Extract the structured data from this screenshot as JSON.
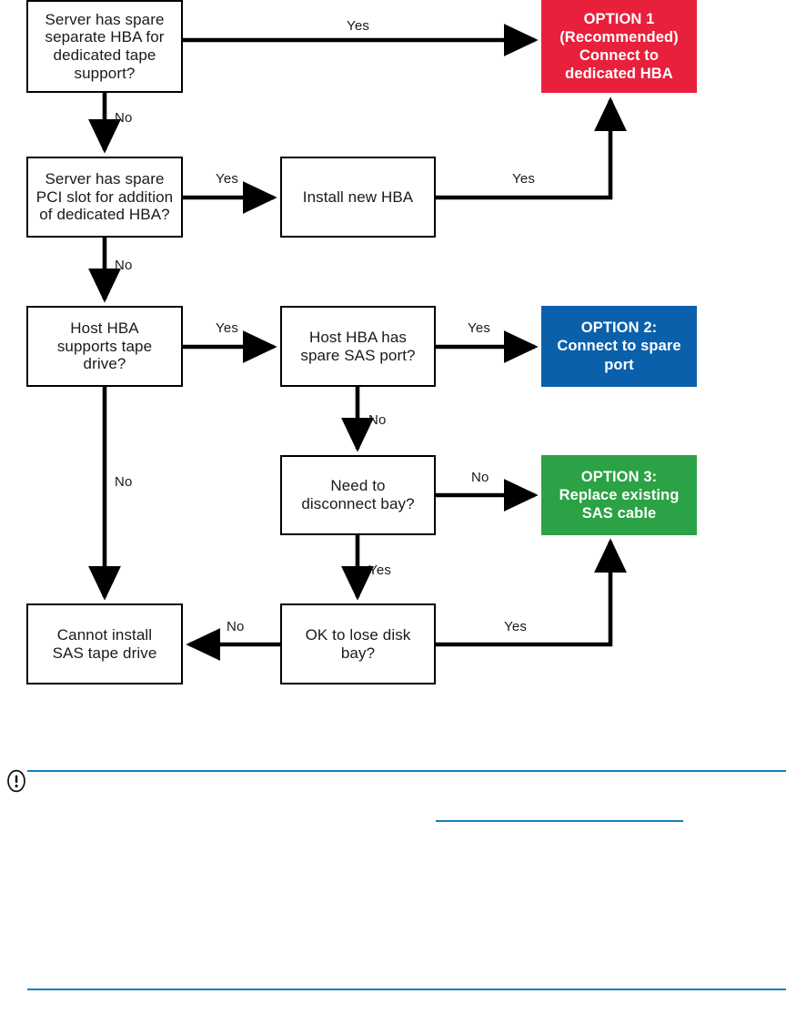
{
  "diagram": {
    "type": "flowchart",
    "title": "SAS tape drive connection decision flowchart",
    "colors": {
      "option1_bg": "#e8203c",
      "option2_bg": "#0b60ab",
      "option3_bg": "#2ba245",
      "node_border": "#000000",
      "node_bg": "#ffffff",
      "text": "#1a1a1a",
      "option_text": "#ffffff",
      "rule_blue": "#1180bd"
    },
    "nodes": [
      {
        "id": "q1",
        "kind": "decision",
        "lines": [
          "Server has spare",
          "separate HBA for",
          "dedicated tape",
          "support?"
        ]
      },
      {
        "id": "q2",
        "kind": "decision",
        "lines": [
          "Server has spare",
          "PCI slot for addition",
          "of dedicated HBA?"
        ]
      },
      {
        "id": "install",
        "kind": "process",
        "lines": [
          "Install new HBA"
        ]
      },
      {
        "id": "q3",
        "kind": "decision",
        "lines": [
          "Host HBA",
          "supports tape",
          "drive?"
        ]
      },
      {
        "id": "q4",
        "kind": "decision",
        "lines": [
          "Host HBA has",
          "spare SAS port?"
        ]
      },
      {
        "id": "q5",
        "kind": "decision",
        "lines": [
          "Need to",
          "disconnect bay?"
        ]
      },
      {
        "id": "q6",
        "kind": "decision",
        "lines": [
          "OK to lose disk",
          "bay?"
        ]
      },
      {
        "id": "cannot",
        "kind": "terminal",
        "lines": [
          "Cannot install",
          "SAS tape drive"
        ]
      },
      {
        "id": "option1",
        "kind": "option",
        "lines": [
          "OPTION 1",
          "(Recommended)",
          "Connect to",
          "dedicated HBA"
        ]
      },
      {
        "id": "option2",
        "kind": "option",
        "lines": [
          "OPTION 2:",
          "Connect to spare",
          "port"
        ]
      },
      {
        "id": "option3",
        "kind": "option",
        "lines": [
          "OPTION 3:",
          "Replace existing",
          "SAS cable"
        ]
      }
    ],
    "edges": [
      {
        "from": "q1",
        "to": "option1",
        "label": "Yes"
      },
      {
        "from": "q1",
        "to": "q2",
        "label": "No"
      },
      {
        "from": "q2",
        "to": "install",
        "label": "Yes"
      },
      {
        "from": "install",
        "to": "option1",
        "label": "Yes"
      },
      {
        "from": "q2",
        "to": "q3",
        "label": "No"
      },
      {
        "from": "q3",
        "to": "q4",
        "label": "Yes"
      },
      {
        "from": "q3",
        "to": "cannot",
        "label": "No"
      },
      {
        "from": "q4",
        "to": "option2",
        "label": "Yes"
      },
      {
        "from": "q4",
        "to": "q5",
        "label": "No"
      },
      {
        "from": "q5",
        "to": "option3",
        "label": "No"
      },
      {
        "from": "q5",
        "to": "q6",
        "label": "Yes"
      },
      {
        "from": "q6",
        "to": "cannot",
        "label": "No"
      },
      {
        "from": "q6",
        "to": "option3",
        "label": "Yes"
      }
    ]
  },
  "note": {
    "icon": "exclamation-circle-icon",
    "body": ""
  }
}
